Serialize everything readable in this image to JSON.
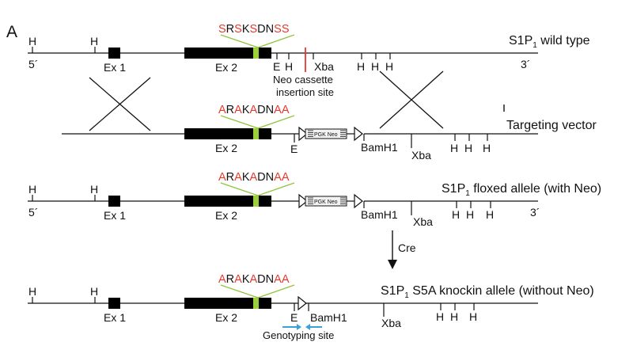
{
  "panel_label": "A",
  "row1": {
    "title": "S1P",
    "title_sub": "1",
    "title_rest": " wild type",
    "end5": "5´",
    "end3": "3´",
    "ex1": "Ex 1",
    "ex2": "Ex 2",
    "seq": [
      {
        "t": "S",
        "red": true
      },
      {
        "t": "R",
        "red": false
      },
      {
        "t": "S",
        "red": true
      },
      {
        "t": "K",
        "red": false
      },
      {
        "t": "S",
        "red": true
      },
      {
        "t": "D",
        "red": false
      },
      {
        "t": "N",
        "red": false
      },
      {
        "t": "S",
        "red": true
      },
      {
        "t": "S",
        "red": true
      }
    ],
    "h": "H",
    "e": "E",
    "xba": "Xba",
    "neo_site_line1": "Neo cassette",
    "neo_site_line2": "insertion site"
  },
  "row2": {
    "title": "Targeting vector",
    "ex2": "Ex 2",
    "seq": [
      {
        "t": "A",
        "red": true
      },
      {
        "t": "R",
        "red": false
      },
      {
        "t": "A",
        "red": true
      },
      {
        "t": "K",
        "red": false
      },
      {
        "t": "A",
        "red": true
      },
      {
        "t": "D",
        "red": false
      },
      {
        "t": "N",
        "red": false
      },
      {
        "t": "A",
        "red": true
      },
      {
        "t": "A",
        "red": true
      }
    ],
    "pgk": "PGK Neo",
    "e": "E",
    "bamh1": "BamH1",
    "xba": "Xba",
    "h": "H"
  },
  "row3": {
    "title": "S1P",
    "title_sub": "1",
    "title_rest": " floxed allele (with Neo)",
    "end5": "5´",
    "end3": "3´",
    "ex1": "Ex 1",
    "ex2": "Ex 2",
    "seq": [
      {
        "t": "A",
        "red": true
      },
      {
        "t": "R",
        "red": false
      },
      {
        "t": "A",
        "red": true
      },
      {
        "t": "K",
        "red": false
      },
      {
        "t": "A",
        "red": true
      },
      {
        "t": "D",
        "red": false
      },
      {
        "t": "N",
        "red": false
      },
      {
        "t": "A",
        "red": true
      },
      {
        "t": "A",
        "red": true
      }
    ],
    "pgk": "PGK Neo",
    "bamh1": "BamH1",
    "xba": "Xba",
    "h": "H"
  },
  "cre": "Cre",
  "row4": {
    "title": "S1P",
    "title_sub": "1",
    "title_rest": " S5A  knockin allele  (without Neo)",
    "ex1": "Ex 1",
    "ex2": "Ex 2",
    "seq": [
      {
        "t": "A",
        "red": true
      },
      {
        "t": "R",
        "red": false
      },
      {
        "t": "A",
        "red": true
      },
      {
        "t": "K",
        "red": false
      },
      {
        "t": "A",
        "red": true
      },
      {
        "t": "D",
        "red": false
      },
      {
        "t": "N",
        "red": false
      },
      {
        "t": "A",
        "red": true
      },
      {
        "t": "A",
        "red": true
      }
    ],
    "e": "E",
    "bamh1": "BamH1",
    "xba": "Xba",
    "h": "H",
    "genotyping": "Genotyping site"
  },
  "colors": {
    "line": "#111111",
    "exon": "#000000",
    "marker": "#9bcf3a",
    "guide": "#8fc43a",
    "seq_red": "#e8382e",
    "neo_site": "#e8382e",
    "arrow_blue": "#3aa0d8",
    "loxp_fill": "#ffffff",
    "pgk_fill": "#f2f2f2"
  }
}
